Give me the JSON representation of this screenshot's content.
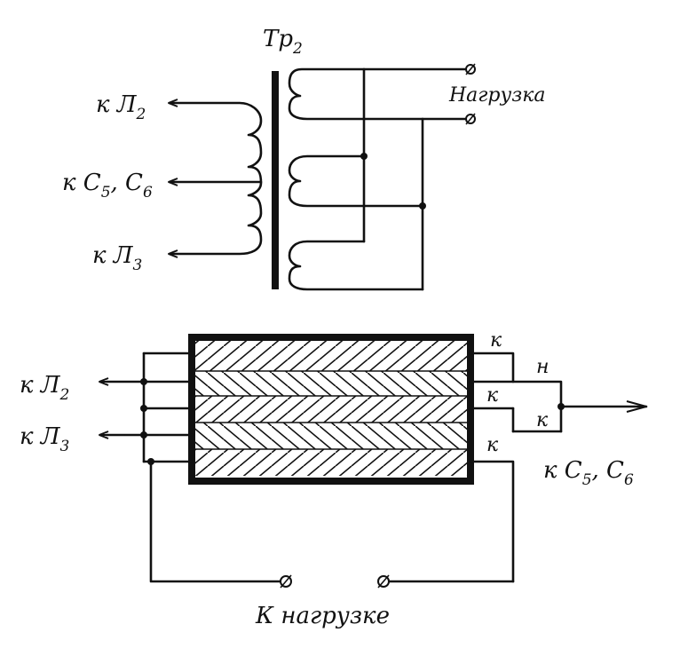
{
  "top_diagram": {
    "transformer_name": "Тр",
    "transformer_sub": "2",
    "load_label": "Нагрузка",
    "left_taps": [
      {
        "prefix": "к Л",
        "sub": "2"
      },
      {
        "prefix": "к С",
        "sub": "5",
        "mid": ", С",
        "sub2": "6"
      },
      {
        "prefix": "к Л",
        "sub": "3"
      }
    ]
  },
  "bottom_diagram": {
    "left_taps": [
      {
        "prefix": "к Л",
        "sub": "2"
      },
      {
        "prefix": "к Л",
        "sub": "3"
      }
    ],
    "right_marks": [
      "к",
      "н",
      "к",
      "к",
      "к"
    ],
    "right_output": {
      "prefix": "к С",
      "sub": "5",
      "mid": ", С",
      "sub2": "6"
    },
    "load_label": "К нагрузке"
  }
}
